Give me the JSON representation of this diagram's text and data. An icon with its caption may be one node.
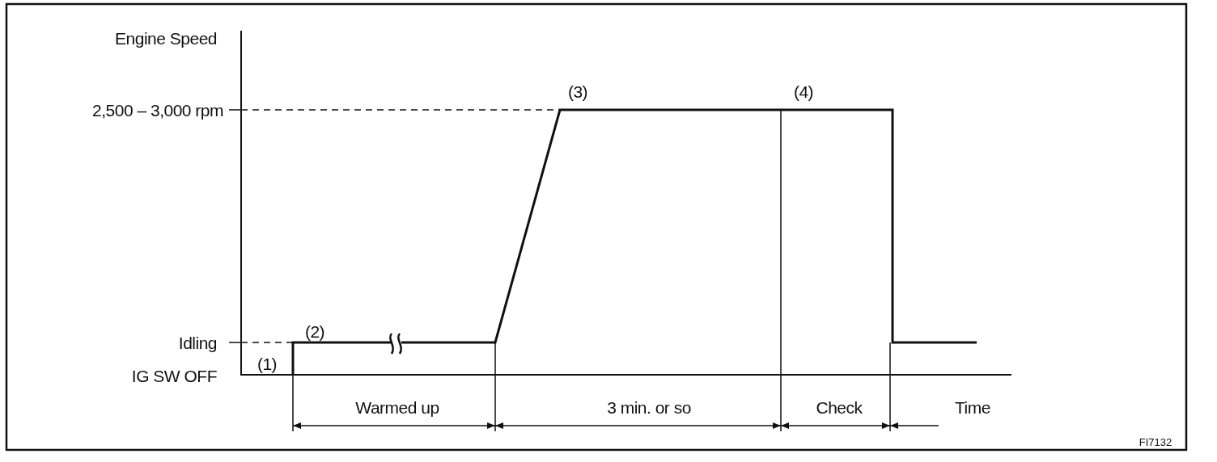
{
  "diagram": {
    "labels": [
      "Engine Speed",
      "2,500 – 3,000 rpm",
      "(3)",
      "(4)",
      "Idling",
      "(2)",
      "(1)",
      "IG SW OFF",
      "Warmed up",
      "3 min. or so",
      "Check",
      "Time",
      "FI7132"
    ]
  }
}
